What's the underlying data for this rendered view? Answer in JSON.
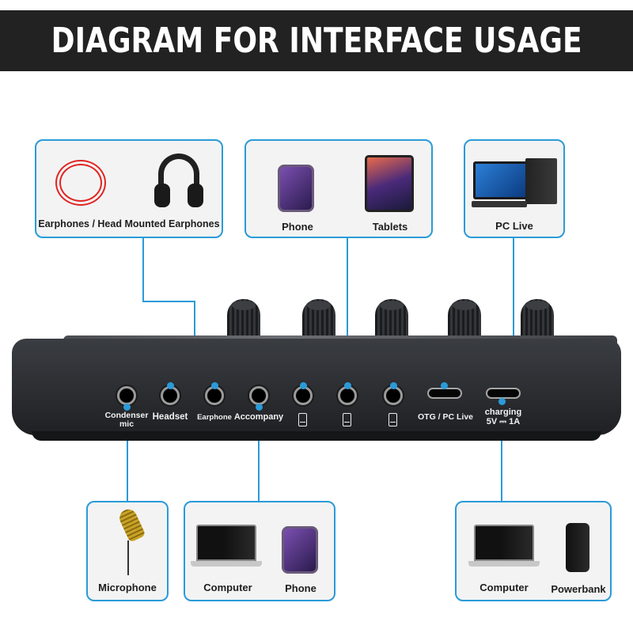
{
  "header": {
    "title": "DIAGRAM FOR INTERFACE USAGE"
  },
  "colors": {
    "accent": "#2a9bd8",
    "title_bg": "#222222",
    "box_bg": "#f3f3f3",
    "device": "#2e3034"
  },
  "top_boxes": [
    {
      "id": "earphones",
      "label": "Earphones / Head Mounted Earphones",
      "items": [
        "red-in-ear-earphones",
        "over-ear-headphones"
      ]
    },
    {
      "id": "mobile",
      "labels": [
        "Phone",
        "Tablets"
      ]
    },
    {
      "id": "pc",
      "label": "PC Live"
    }
  ],
  "device": {
    "ports": [
      {
        "type": "jack",
        "label_line1": "Condenser",
        "label_line2": "mic"
      },
      {
        "type": "jack",
        "label_line1": "Headset"
      },
      {
        "type": "jack",
        "label_line1": "Earphone"
      },
      {
        "type": "jack",
        "label_line1": "Accompany"
      },
      {
        "type": "jack",
        "icon": "phone-icon"
      },
      {
        "type": "jack",
        "icon": "phone-icon"
      },
      {
        "type": "jack",
        "icon": "phone-icon"
      },
      {
        "type": "usb-c",
        "label_line1": "OTG / PC Live"
      },
      {
        "type": "usb-c",
        "label_line1": "charging",
        "label_line2": "5V ⎓ 1A"
      }
    ],
    "knob_count": 5
  },
  "bottom_boxes": [
    {
      "id": "microphone",
      "labels": [
        "Microphone"
      ]
    },
    {
      "id": "accompany-sources",
      "labels": [
        "Computer",
        "Phone"
      ]
    },
    {
      "id": "power-sources",
      "labels": [
        "Computer",
        "Powerbank"
      ]
    }
  ]
}
